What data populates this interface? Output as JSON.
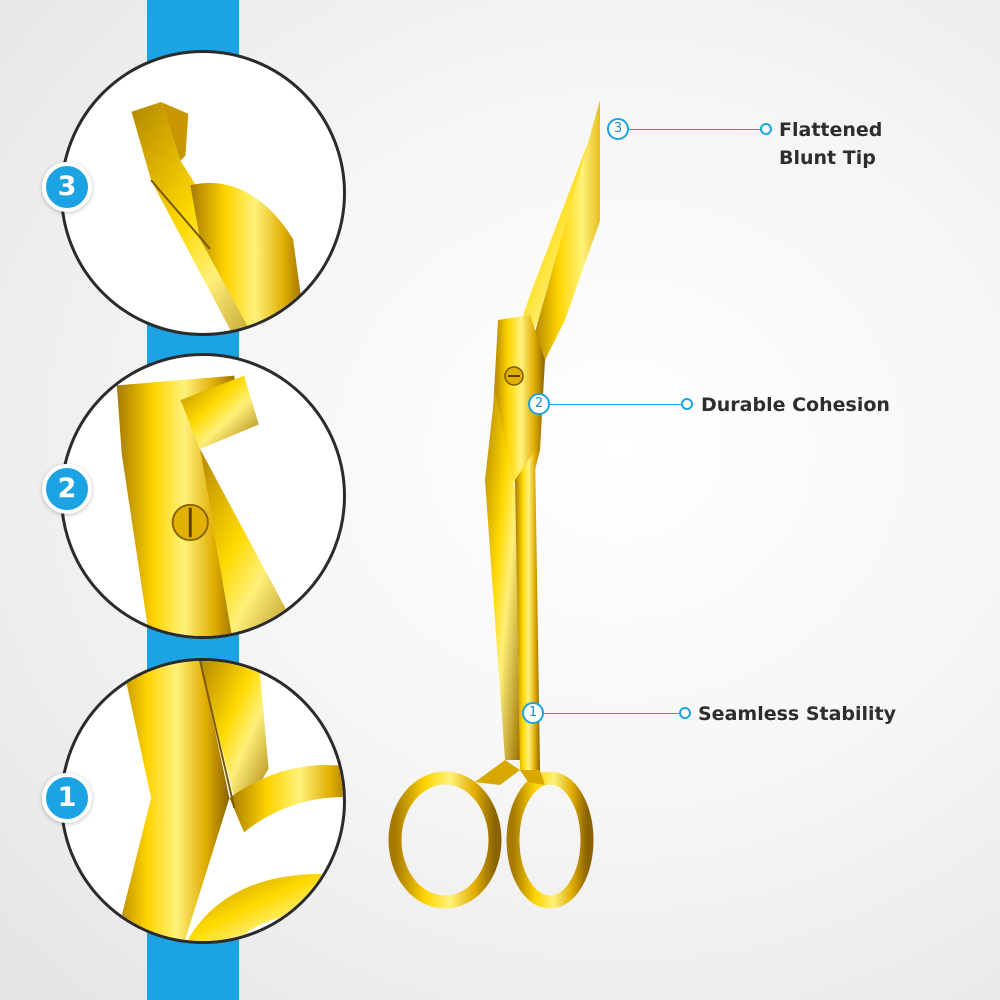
{
  "colors": {
    "accent": "#1ba3e4",
    "gold": "#e6b800",
    "text": "#2d2d2d"
  },
  "zoom_panels": [
    {
      "badge": "3",
      "subject": "scissor-tip-closeup"
    },
    {
      "badge": "2",
      "subject": "pivot-screw-closeup"
    },
    {
      "badge": "1",
      "subject": "handle-junction-closeup"
    }
  ],
  "callouts": [
    {
      "number": "3",
      "label_line1": "Flattened",
      "label_line2": "Blunt Tip"
    },
    {
      "number": "2",
      "label": "Durable Cohesion"
    },
    {
      "number": "1",
      "label": "Seamless Stability"
    }
  ]
}
